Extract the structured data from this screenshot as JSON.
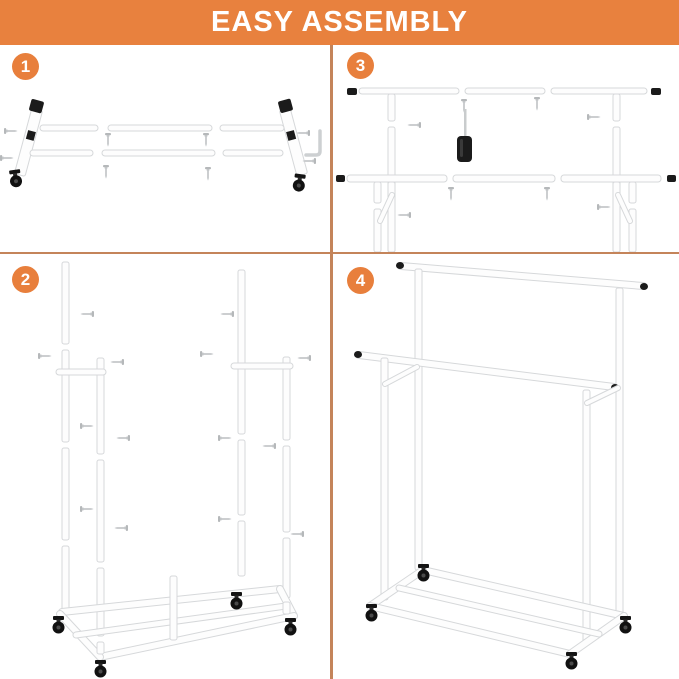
{
  "banner": {
    "title": "EASY ASSEMBLY"
  },
  "steps": [
    {
      "number": "1"
    },
    {
      "number": "2"
    },
    {
      "number": "3"
    },
    {
      "number": "4"
    }
  ],
  "colors": {
    "banner_background": "#E8813E",
    "banner_text": "#FFFFFF",
    "badge_background": "#E87F3C",
    "badge_text": "#FFFFFF",
    "divider": "#C4845A",
    "canvas_background": "#FFFFFF",
    "tube_fill": "#FDFDFD",
    "tube_outline": "#D6D8DA",
    "hardware_black": "#1B1B1B",
    "screw_gray": "#B5B8BA"
  },
  "icons": {
    "step_badge": "step-badge",
    "caster_wheel": "caster-wheel-icon",
    "screw": "screw-icon",
    "hex_key": "hex-key-icon",
    "assembly_tool": "assembly-tool-icon",
    "end_cap": "end-cap-icon"
  }
}
